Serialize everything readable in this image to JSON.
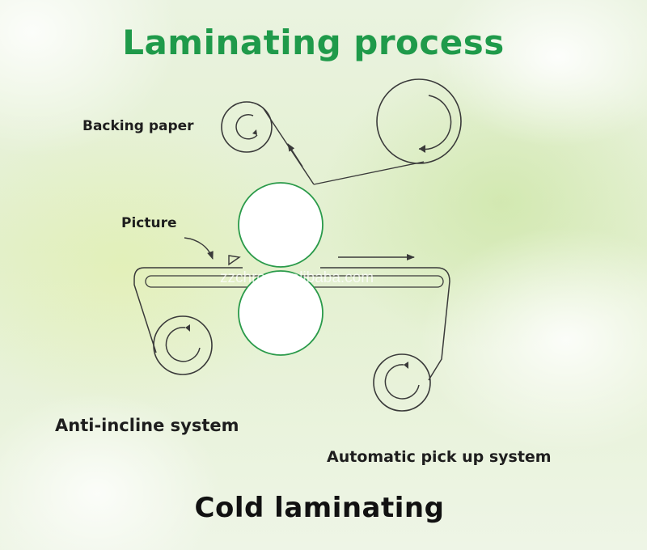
{
  "title": "Laminating process",
  "labels": {
    "backing_paper": "Backing paper",
    "picture": "Picture",
    "anti_incline": "Anti-incline system",
    "auto_pickup": "Automatic pick up system"
  },
  "footer": "Cold  laminating",
  "watermark": "zzchro.en.alibaba.com",
  "colors": {
    "title": "#1f9a4a",
    "roller_stroke": "#2a9a4a",
    "line": "#3a3a3a"
  }
}
